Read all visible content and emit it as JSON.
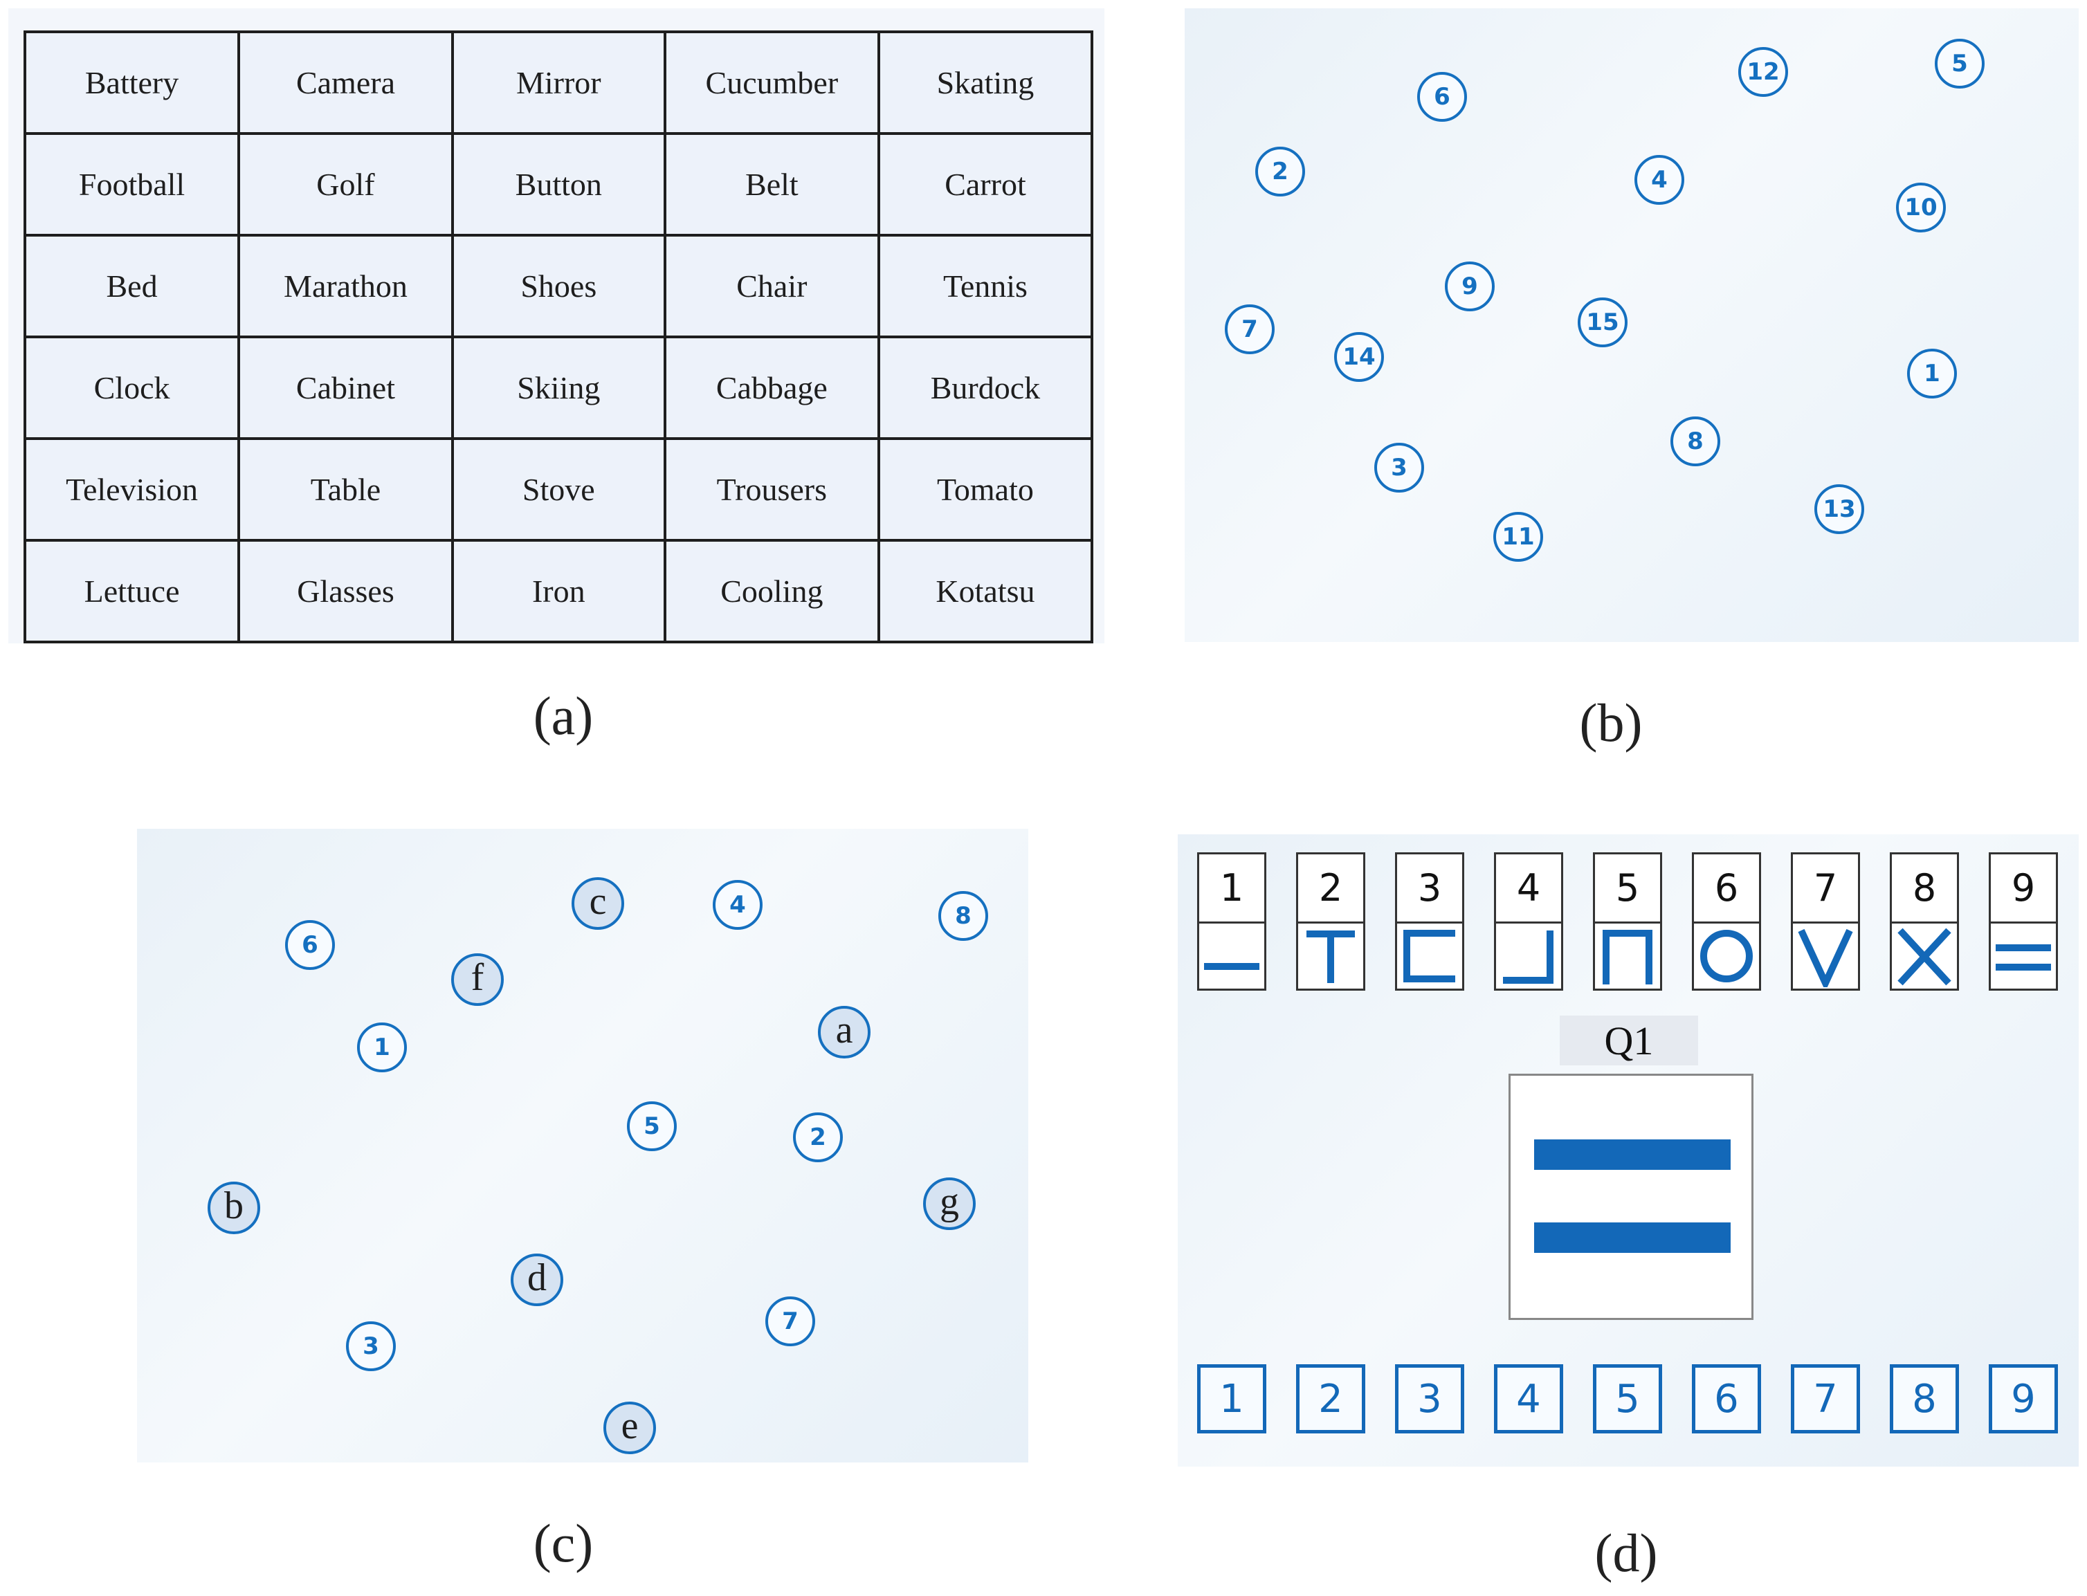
{
  "panel_a": {
    "rows": [
      [
        "Battery",
        "Camera",
        "Mirror",
        "Cucumber",
        "Skating"
      ],
      [
        "Football",
        "Golf",
        "Button",
        "Belt",
        "Carrot"
      ],
      [
        "Bed",
        "Marathon",
        "Shoes",
        "Chair",
        "Tennis"
      ],
      [
        "Clock",
        "Cabinet",
        "Skiing",
        "Cabbage",
        "Burdock"
      ],
      [
        "Television",
        "Table",
        "Stove",
        "Trousers",
        "Tomato"
      ],
      [
        "Lettuce",
        "Glasses",
        "Iron",
        "Cooling",
        "Kotatsu"
      ]
    ],
    "caption": "(a)"
  },
  "panel_b": {
    "numbers": [
      "1",
      "2",
      "3",
      "4",
      "5",
      "6",
      "7",
      "8",
      "9",
      "10",
      "11",
      "12",
      "13",
      "14",
      "15"
    ],
    "caption": "(b)"
  },
  "panel_c": {
    "numbers": [
      "1",
      "2",
      "3",
      "4",
      "5",
      "6",
      "7",
      "8"
    ],
    "letters": [
      "a",
      "b",
      "c",
      "d",
      "e",
      "f",
      "g"
    ],
    "caption": "(c)"
  },
  "panel_d": {
    "key": [
      {
        "num": "1",
        "symbol": "horizontal-bar"
      },
      {
        "num": "2",
        "symbol": "t-shape"
      },
      {
        "num": "3",
        "symbol": "bracket-left"
      },
      {
        "num": "4",
        "symbol": "corner-bottom-right"
      },
      {
        "num": "5",
        "symbol": "pi-shape"
      },
      {
        "num": "6",
        "symbol": "circle"
      },
      {
        "num": "7",
        "symbol": "v-shape"
      },
      {
        "num": "8",
        "symbol": "x-shape"
      },
      {
        "num": "9",
        "symbol": "double-bar"
      }
    ],
    "question_label": "Q1",
    "question_symbol": "double-bar",
    "answer_buttons": [
      "1",
      "2",
      "3",
      "4",
      "5",
      "6",
      "7",
      "8",
      "9"
    ],
    "caption": "(d)",
    "accent_color": "#1368b8"
  }
}
